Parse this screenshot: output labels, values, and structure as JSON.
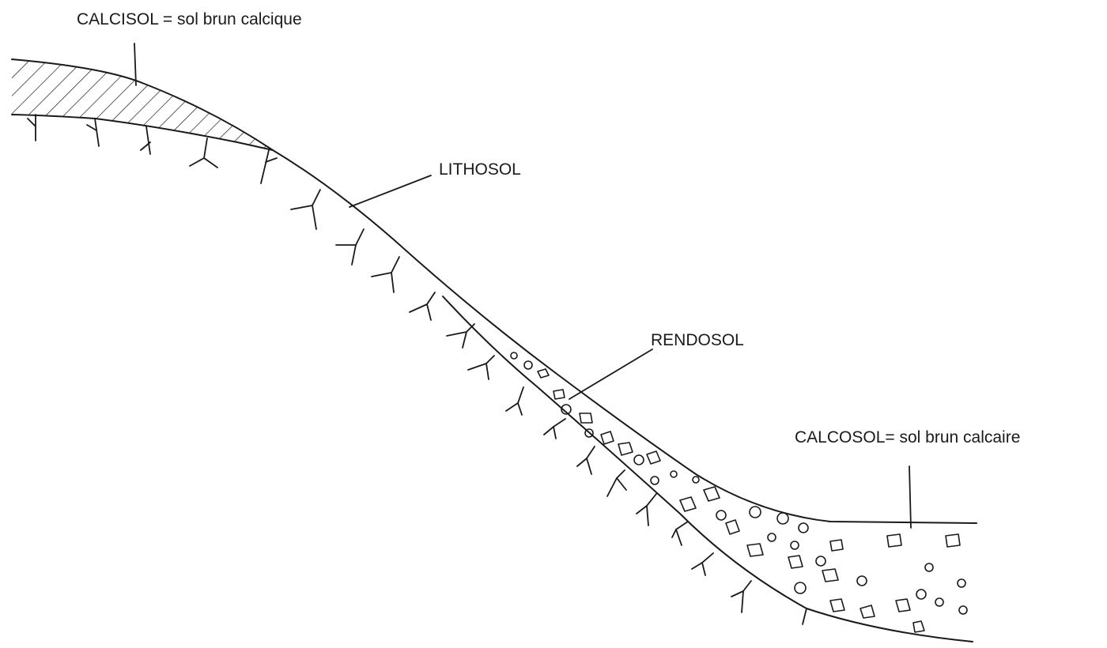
{
  "labels": {
    "calcisol": "CALCISOL = sol brun calcique",
    "lithosol": "LITHOSOL",
    "rendosol": "RENDOSOL",
    "calcosol": "CALCOSOL= sol brun calcaire"
  }
}
